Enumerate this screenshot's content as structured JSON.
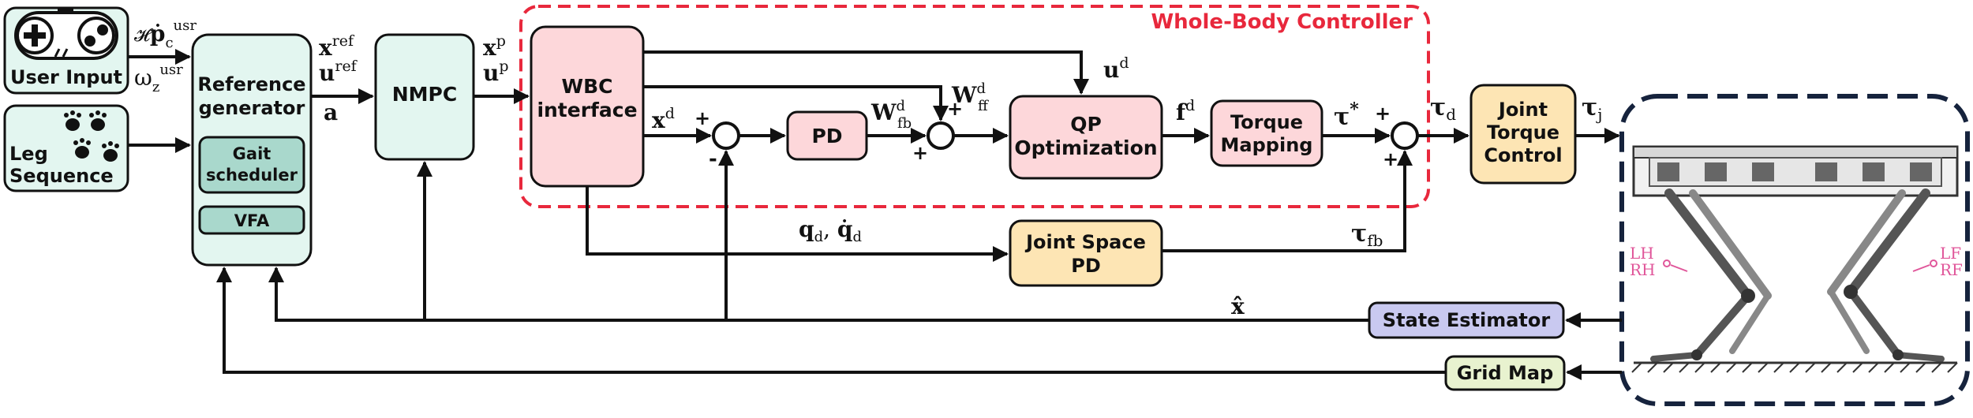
{
  "colors": {
    "mint": "#e3f6f0",
    "mint_dark": "#a9d8cc",
    "pink": "#fdd7da",
    "orange": "#fde5b4",
    "lavender": "#c9c9f0",
    "light_green": "#e8f2cf",
    "wbc_border": "#e8283c",
    "robot_border": "#16233d",
    "leg_label": "#e0569a"
  },
  "blocks": {
    "user_input": "User Input",
    "leg_sequence": [
      "Leg",
      "Sequence"
    ],
    "ref_gen": [
      "Reference",
      "generator"
    ],
    "gait": [
      "Gait",
      "scheduler"
    ],
    "vfa": "VFA",
    "nmpc": "NMPC",
    "wbc_interface": [
      "WBC",
      "interface"
    ],
    "pd": "PD",
    "qp": [
      "QP",
      "Optimization"
    ],
    "torque_mapping": [
      "Torque",
      "Mapping"
    ],
    "joint_torque_control": [
      "Joint",
      "Torque",
      "Control"
    ],
    "joint_space_pd": [
      "Joint Space",
      "PD"
    ],
    "state_estimator": "State Estimator",
    "grid_map": "Grid Map"
  },
  "wbc_title": "Whole-Body Controller",
  "signals": {
    "pc_prefix": "𝓗",
    "pc": "ṗ",
    "pc_sub": "c",
    "pc_sup": "usr",
    "omega": "ω",
    "omega_sub": "z",
    "omega_sup": "usr",
    "xref": "x",
    "xref_sup": "ref",
    "uref": "u",
    "uref_sup": "ref",
    "a": "a",
    "xp": "x",
    "xp_sup": "p",
    "up": "u",
    "up_sup": "p",
    "ud": "u",
    "ud_sup": "d",
    "xd": "x",
    "xd_sup": "d",
    "wfb": "W",
    "wfb_sup": "d",
    "wfb_sub": "fb",
    "wff": "W",
    "wff_sup": "d",
    "wff_sub": "ff",
    "fd": "f",
    "fd_sup": "d",
    "tau_star": "τ",
    "tau_star_sup": "*",
    "tau_d": "τ",
    "tau_d_sub": "d",
    "tau_j": "τ",
    "tau_j_sub": "j",
    "tau_fb": "τ",
    "tau_fb_sub": "fb",
    "qd": "q",
    "qd_sub": "d",
    "qdot": "q̇",
    "qdot_sub": "d",
    "xhat": "x̂"
  },
  "signs": {
    "plus": "+",
    "minus": "-"
  },
  "robot": {
    "lh": "LH",
    "rh": "RH",
    "lf": "LF",
    "rf": "RF"
  }
}
